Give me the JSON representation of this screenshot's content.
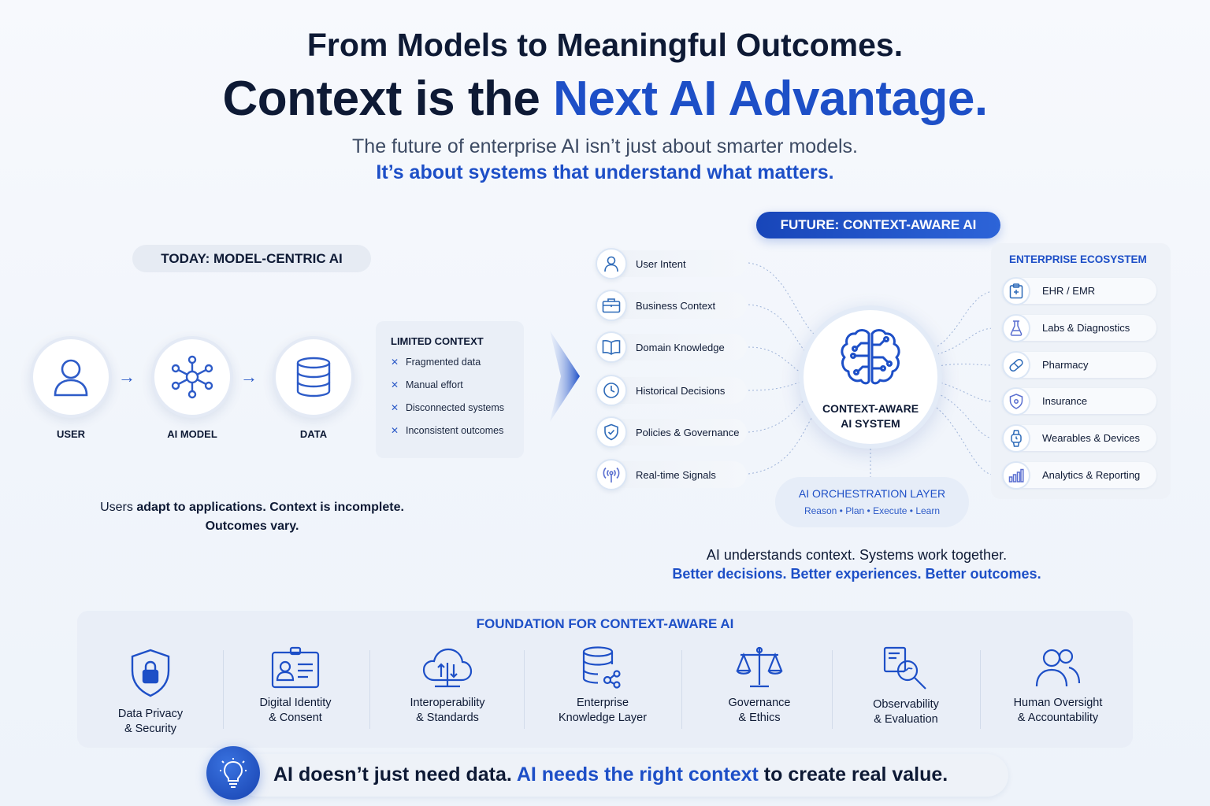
{
  "header": {
    "line1": "From Models to Meaningful Outcomes.",
    "line2_part1": "Context is the ",
    "line2_accent": "Next AI Advantage.",
    "subtitle1": "The future of enterprise AI isn’t just about smarter models.",
    "subtitle2": "It’s about systems that understand what matters."
  },
  "today": {
    "pill": "TODAY: MODEL-CENTRIC AI",
    "nodes": [
      {
        "label": "USER",
        "icon": "user-icon"
      },
      {
        "label": "AI MODEL",
        "icon": "network-icon"
      },
      {
        "label": "DATA",
        "icon": "database-icon"
      }
    ],
    "arrow": "→",
    "limited": {
      "title": "LIMITED CONTEXT",
      "mark": "✕",
      "items": [
        "Fragmented data",
        "Manual effort",
        "Disconnected systems",
        "Inconsistent outcomes"
      ]
    },
    "caption_part1": "Users ",
    "caption_bold": "adapt to applications. Context is incomplete.",
    "caption_line2": "Outcomes vary."
  },
  "future": {
    "pill": "FUTURE: CONTEXT-AWARE AI",
    "context_items": [
      {
        "label": "User Intent",
        "icon": "user-icon"
      },
      {
        "label": "Business Context",
        "icon": "briefcase-icon"
      },
      {
        "label": "Domain Knowledge",
        "icon": "book-icon"
      },
      {
        "label": "Historical Decisions",
        "icon": "clock-icon"
      },
      {
        "label": "Policies & Governance",
        "icon": "shield-icon"
      },
      {
        "label": "Real-time Signals",
        "icon": "signal-icon"
      }
    ],
    "center_line1": "CONTEXT-AWARE",
    "center_line2": "AI SYSTEM",
    "orchestration_title": "AI ORCHESTRATION LAYER",
    "orchestration_sub": "Reason • Plan • Execute • Learn",
    "enterprise_title": "ENTERPRISE ECOSYSTEM",
    "enterprise_items": [
      {
        "label": "EHR / EMR",
        "icon": "clipboard-icon"
      },
      {
        "label": "Labs & Diagnostics",
        "icon": "flask-icon"
      },
      {
        "label": "Pharmacy",
        "icon": "pill-icon"
      },
      {
        "label": "Insurance",
        "icon": "shield-icon"
      },
      {
        "label": "Wearables & Devices",
        "icon": "watch-icon"
      },
      {
        "label": "Analytics & Reporting",
        "icon": "bar-chart-icon"
      }
    ],
    "caption1": "AI understands context. Systems work together.",
    "caption2": "Better decisions. Better experiences. Better outcomes."
  },
  "foundation": {
    "title": "FOUNDATION FOR CONTEXT-AWARE AI",
    "items": [
      {
        "line1": "Data Privacy",
        "line2": "& Security",
        "icon": "lock-shield-icon"
      },
      {
        "line1": "Digital Identity",
        "line2": "& Consent",
        "icon": "id-card-icon"
      },
      {
        "line1": "Interoperability",
        "line2": "& Standards",
        "icon": "cloud-icon"
      },
      {
        "line1": "Enterprise",
        "line2": "Knowledge Layer",
        "icon": "database-icon"
      },
      {
        "line1": "Governance",
        "line2": "& Ethics",
        "icon": "scales-icon"
      },
      {
        "line1": "Observability",
        "line2": "& Evaluation",
        "icon": "magnifier-icon"
      },
      {
        "line1": "Human Oversight",
        "line2": "& Accountability",
        "icon": "people-icon"
      }
    ]
  },
  "footer": {
    "part1": "AI doesn’t just need data. ",
    "accent": "AI needs the right context",
    "part2": " to create real value.",
    "icon": "lightbulb-icon"
  },
  "colors": {
    "accent": "#1d4fc7",
    "dark": "#0e1a35"
  }
}
